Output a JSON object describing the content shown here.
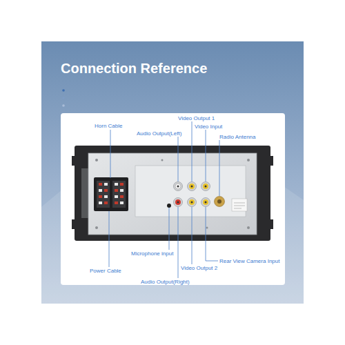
{
  "diagram": {
    "title": "Connection Reference",
    "labels": [
      "Horn Cable",
      "Audio Output(Left)",
      "Video Output 1",
      "Video Input",
      "Radio Antenna",
      "Power Cable",
      "Microphone input",
      "Audio Output(Right)",
      "Video Output 2",
      "Rear View Camera Input"
    ]
  }
}
